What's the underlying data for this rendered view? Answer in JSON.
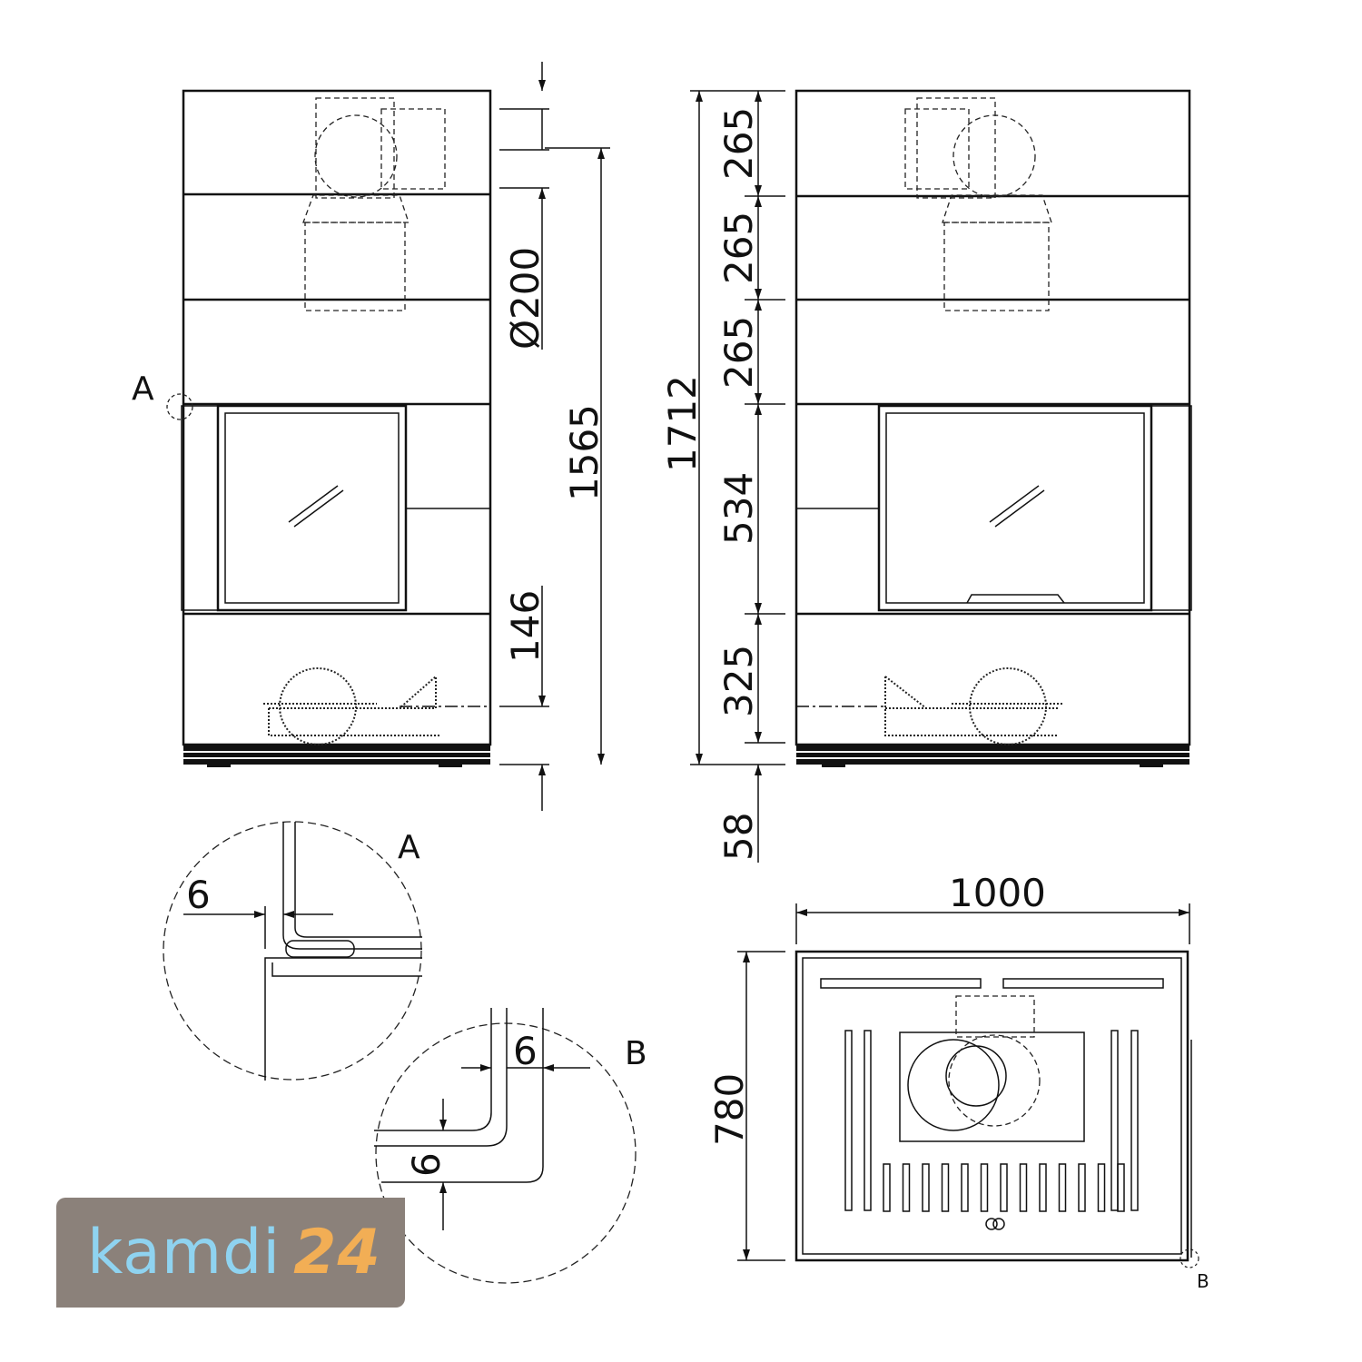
{
  "dimensions": {
    "flue_diameter": "Ø200",
    "height_left": "1565",
    "offset_146": "146",
    "total_height": "1712",
    "segment_1": "265",
    "segment_2": "265",
    "segment_3": "265",
    "door_height": "534",
    "base_height": "325",
    "foot_height": "58",
    "width": "1000",
    "depth": "780",
    "detail_a_gap": "6",
    "detail_b_gap_h": "6",
    "detail_b_gap_v": "6"
  },
  "labels": {
    "detail_a": "A",
    "detail_a_ref": "A",
    "detail_b": "B",
    "detail_b_ref": "B"
  },
  "logo": {
    "text": "kamdi",
    "number": "24",
    "bg_color": "#8b817a",
    "text_color": "#8fd3f0",
    "number_color": "#f2ae55"
  }
}
